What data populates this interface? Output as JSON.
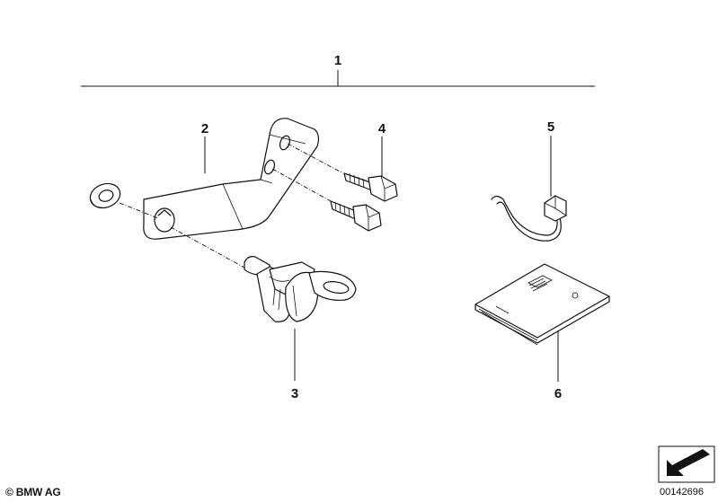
{
  "diagram": {
    "callouts": {
      "c1": "1",
      "c2": "2",
      "c3": "3",
      "c4": "4",
      "c5": "5",
      "c6": "6"
    },
    "copyright": "© BMW AG",
    "document_id": "00142696",
    "nav_icon": "arrow-icon"
  }
}
